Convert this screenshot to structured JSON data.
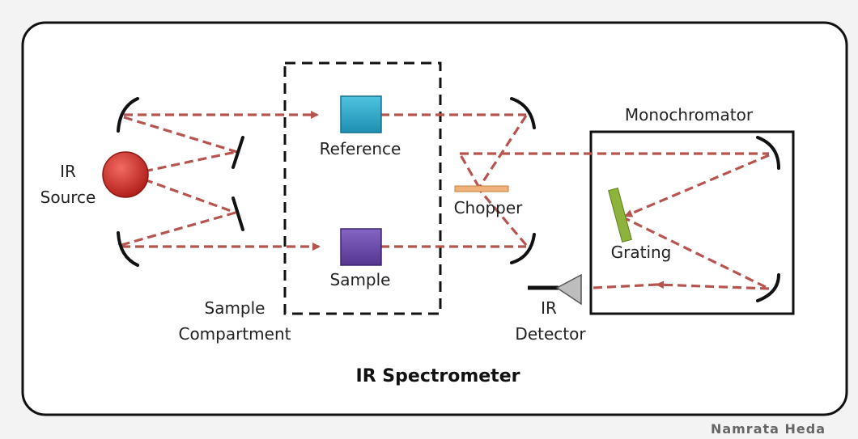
{
  "title": "IR Spectrometer",
  "credit": "Namrata Heda",
  "labels": {
    "ir_source_line1": "IR",
    "ir_source_line2": "Source",
    "reference": "Reference",
    "sample": "Sample",
    "sample_compartment_line1": "Sample",
    "sample_compartment_line2": "Compartment",
    "chopper": "Chopper",
    "monochromator": "Monochromator",
    "grating": "Grating",
    "ir_detector_line1": "IR",
    "ir_detector_line2": "Detector"
  },
  "colors": {
    "beam": "#b85450",
    "source": "#d0312d",
    "reference_cell": "#2aa7c9",
    "sample_cell": "#6a4aa8",
    "grating": "#8cb43a",
    "chopper": "#f0b27a",
    "detector": "#bdbdbd"
  }
}
